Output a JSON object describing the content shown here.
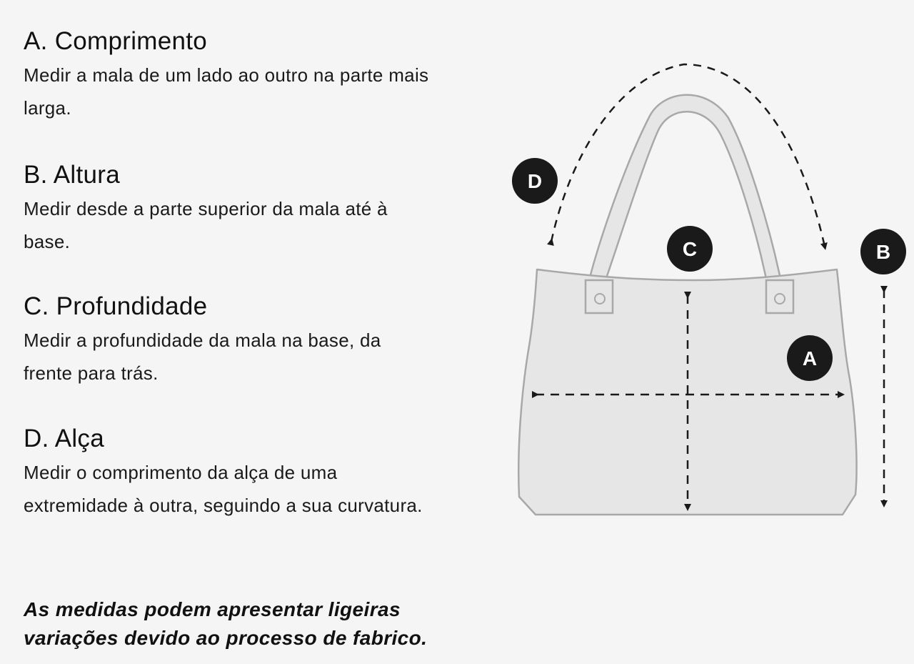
{
  "measurements": [
    {
      "key": "A",
      "title": "A. Comprimento",
      "description_lines": [
        "Medir a mala de um lado ao outro na parte mais",
        "larga."
      ]
    },
    {
      "key": "B",
      "title": "B. Altura",
      "description_lines": [
        "Medir desde a parte superior da mala até à",
        "base."
      ]
    },
    {
      "key": "C",
      "title": "C. Profundidade",
      "description_lines": [
        "Medir a profundidade da mala na base, da",
        "frente para trás."
      ]
    },
    {
      "key": "D",
      "title": "D. Alça",
      "description_lines": [
        "Medir o comprimento da alça de uma",
        "extremidade à outra, seguindo a sua curvatura."
      ]
    }
  ],
  "disclaimer_lines": [
    "As medidas podem apresentar ligeiras",
    "variações devido ao processo de fabrico."
  ],
  "diagram": {
    "badges": {
      "a": "A",
      "b": "B",
      "c": "C",
      "d": "D"
    },
    "colors": {
      "bag_fill": "#e6e6e6",
      "bag_stroke": "#a8a8a8",
      "badge_fill": "#1a1a1a",
      "arrow_color": "#1a1a1a",
      "background": "#f5f5f5"
    }
  }
}
